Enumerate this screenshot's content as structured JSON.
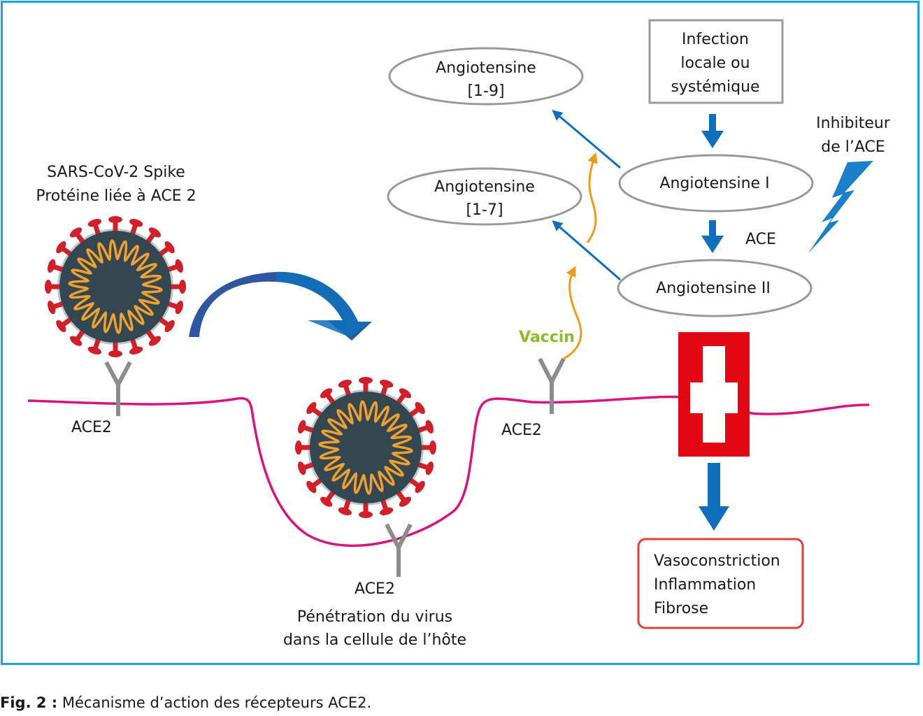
{
  "colors": {
    "frame": "#1aa0dc",
    "arrow_blue": "#0f6fba",
    "curved_arrow_dark": "#2f56a0",
    "membrane": "#d6157f",
    "orange": "#f09a1a",
    "vaccin_green": "#8cbd2a",
    "receptor_gray": "#8c8c8c",
    "ellipse_stroke": "#999999",
    "red_block": "#e30613",
    "effects_box_border": "#e0403a",
    "virus_body": "#34464f",
    "virus_rna": "#f0a030",
    "virus_spike": "#d0202a"
  },
  "nodes": {
    "infection": [
      "Infection",
      "locale ou",
      "systémique"
    ],
    "ang_1_9": [
      "Angiotensine",
      "[1-9]"
    ],
    "ang_1_7": [
      "Angiotensine",
      "[1-7]"
    ],
    "ang_I": "Angiotensine I",
    "ang_II": "Angiotensine II",
    "ace_label": "ACE",
    "inhibitor": [
      "Inhibiteur",
      "de l’ACE"
    ],
    "effects": [
      "Vasoconstriction",
      "Inflammation",
      "Fibrose"
    ]
  },
  "labels": {
    "spike_title": [
      "SARS-CoV-2 Spike",
      "Protéine liée à ACE 2"
    ],
    "ace2_left": "ACE2",
    "ace2_middle": "ACE2",
    "ace2_right": "ACE2",
    "penetration": [
      "Pénétration du virus",
      "dans la cellule de l’hôte"
    ],
    "vaccin": "Vaccin"
  },
  "caption": {
    "prefix": "Fig. 2 :",
    "text": " Mécanisme d’action des récepteurs ACE2."
  }
}
